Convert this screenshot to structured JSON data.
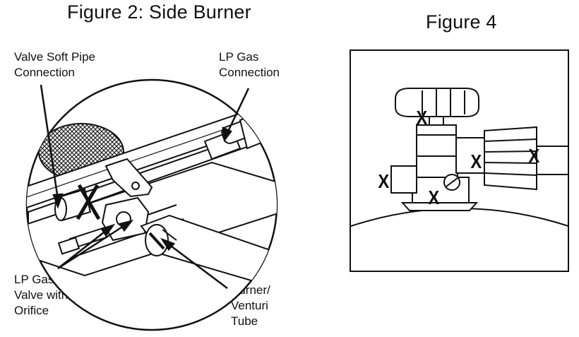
{
  "figure2": {
    "title": "Figure 2: Side Burner",
    "labels": {
      "valve_soft_pipe": "Valve Soft Pipe\nConnection",
      "lp_gas_connection": "LP Gas\nConnection",
      "lp_gas_valve": "LP Gas\nValve with\nOrifice",
      "burner_venturi": "Burner/\nVenturi\nTube"
    }
  },
  "figure4": {
    "title": "Figure 4",
    "marks": [
      "X",
      "X",
      "X",
      "X",
      "X"
    ]
  }
}
